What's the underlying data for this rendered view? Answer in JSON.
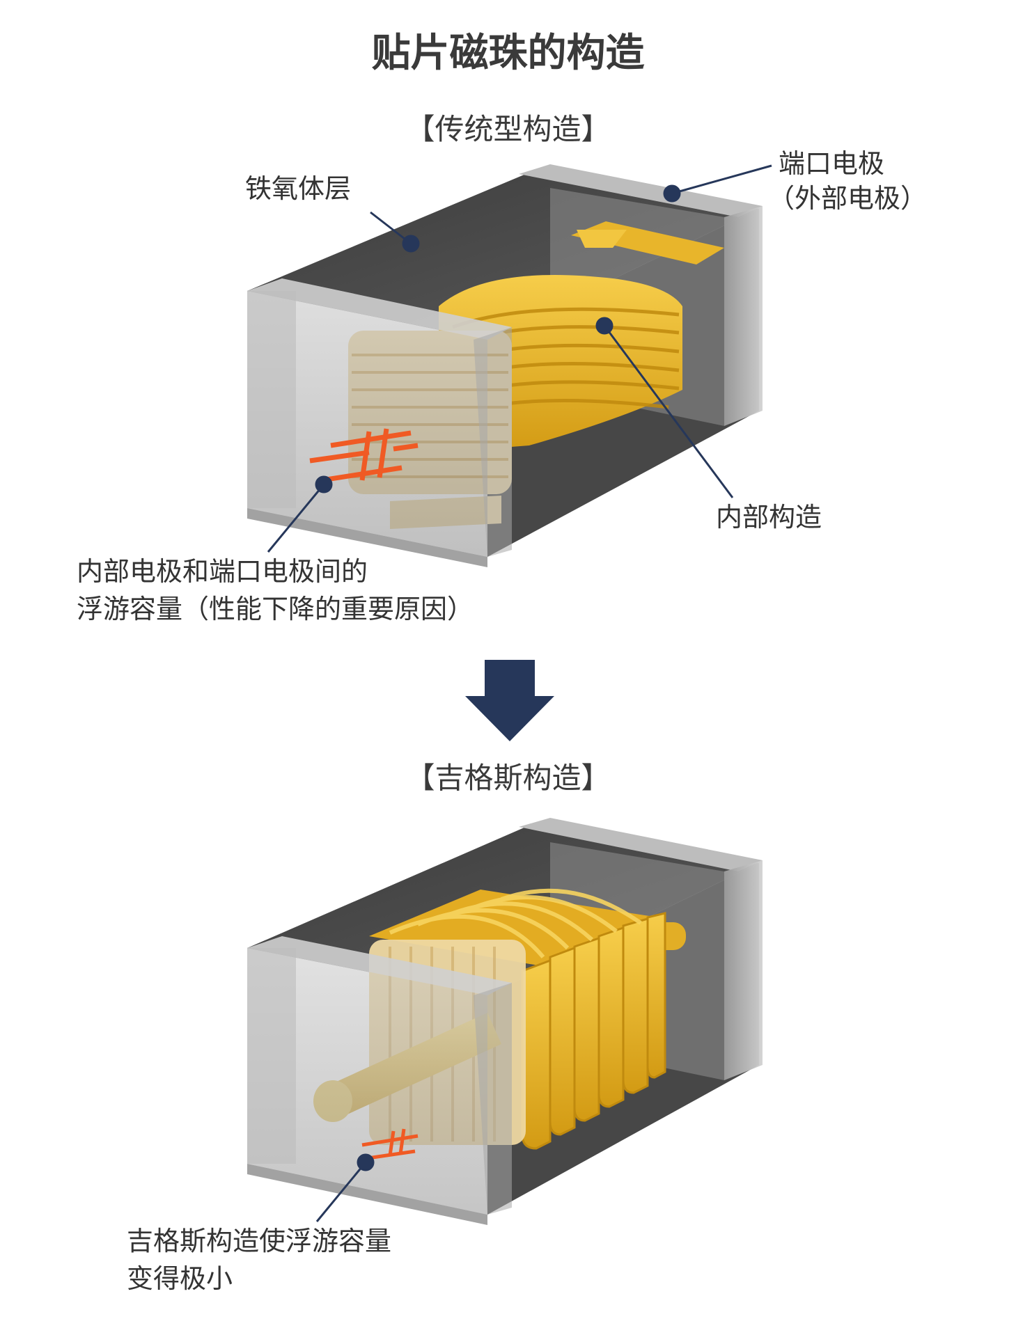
{
  "title": "贴片磁珠的构造",
  "colors": {
    "leader": "#26375a",
    "gold": "#e9b52a",
    "capacitance": "#f05a24",
    "ferrite_dark": "#4b4b4b",
    "ferrite_gray": "#9a9a9a",
    "arrow": "#26375a"
  },
  "conventional": {
    "heading": "【传统型构造】",
    "labels": {
      "ferrite_layer": "铁氧体层",
      "terminal_line1": "端口电极",
      "terminal_line2": "（外部电极）",
      "internal_structure": "内部构造",
      "capacitance_line1": "内部电极和端口电极间的",
      "capacitance_line2": "浮游容量（性能下降的重要原因）"
    }
  },
  "arrow_icon": "down-arrow-icon",
  "gigas": {
    "heading": "【吉格斯构造】",
    "labels": {
      "capacitance_line1": "吉格斯构造使浮游容量",
      "capacitance_line2": "变得极小"
    }
  }
}
